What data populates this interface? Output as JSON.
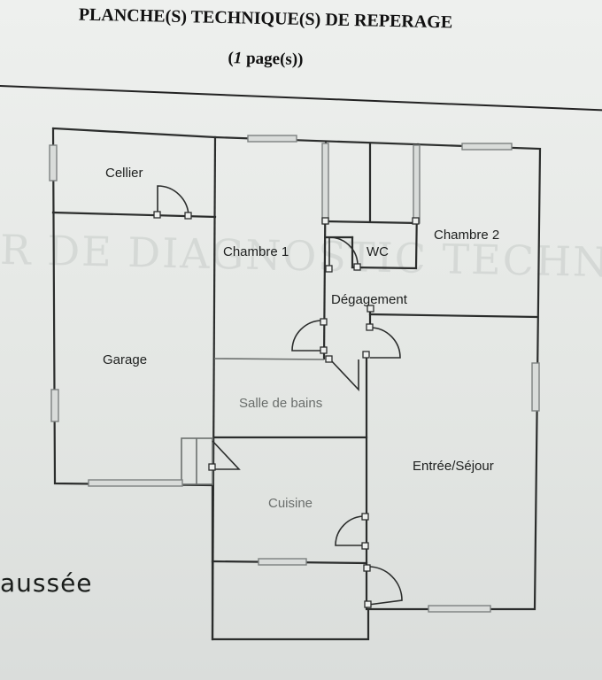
{
  "header": {
    "title": "PLANCHE(S) TECHNIQUE(S) DE REPERAGE",
    "subtitle_pages": "1",
    "subtitle_suffix": " page(s))",
    "subtitle_prefix": "("
  },
  "floor_label": "aussée",
  "background_text": "R DE DIAGNOSTIC TECHNIQ",
  "rooms": {
    "cellier": "Cellier",
    "garage": "Garage",
    "chambre1": "Chambre 1",
    "wc": "WC",
    "chambre2": "Chambre 2",
    "degagement": "Dégagement",
    "salle_de_bains": "Salle de bains",
    "entree_sejour": "Entrée/Séjour",
    "cuisine": "Cuisine"
  },
  "colors": {
    "wall": "#2b2d2c",
    "wall_light": "#6c706e",
    "opening": "#7d8180",
    "ink": "#1d1f1e"
  }
}
